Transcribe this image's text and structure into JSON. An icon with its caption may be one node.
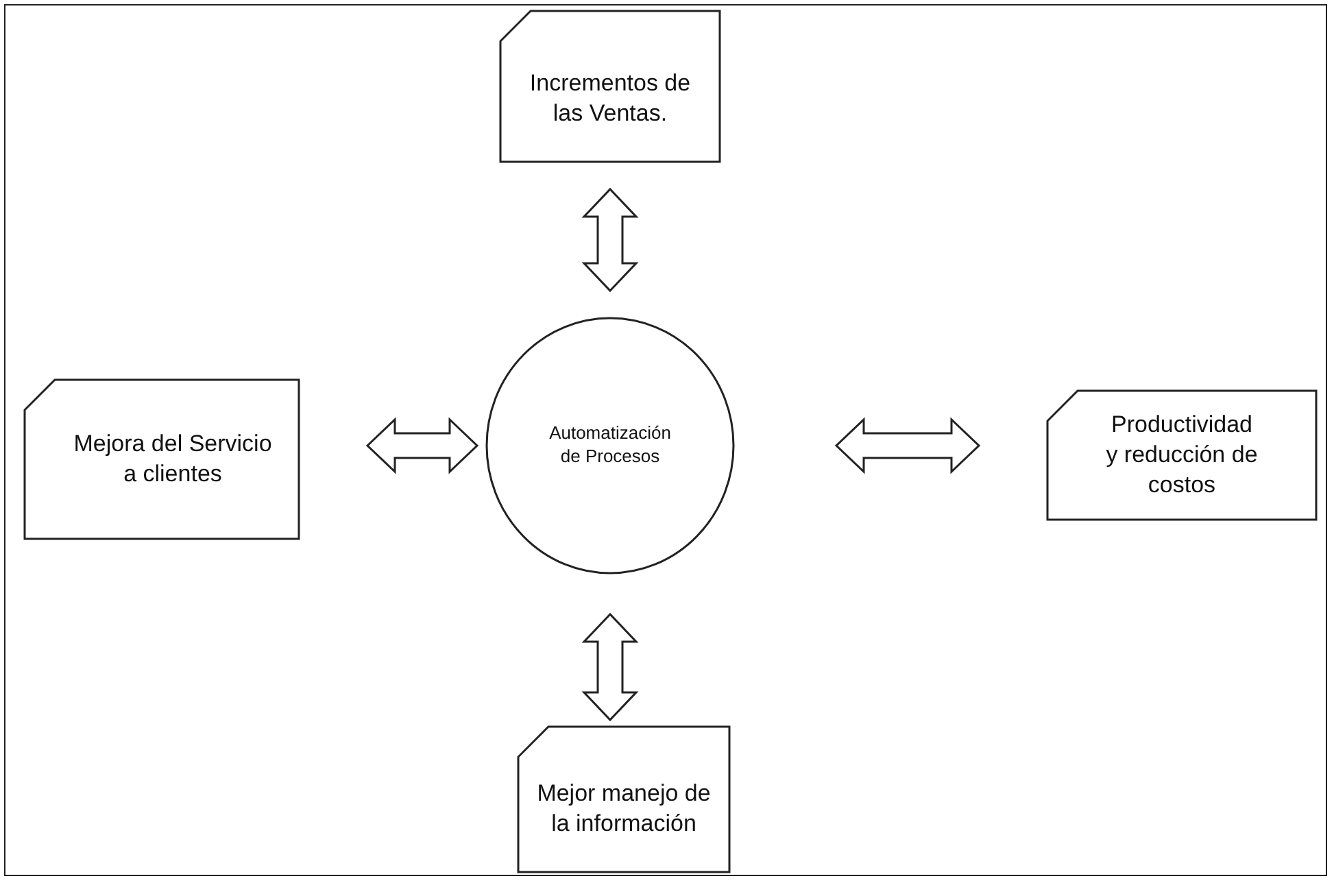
{
  "diagram": {
    "nodes": [
      {
        "text": [
          "Incrementos de las Ventas."
        ]
      },
      {
        "text": [
          "Mejora del Servicio a clientes"
        ]
      },
      {
        "text": [
          "Automatización de Procesos"
        ]
      },
      {
        "text": [
          "Productividad y reducción de costos"
        ]
      },
      {
        "text": [
          "Mejor manejo de la información"
        ]
      }
    ],
    "edges": [
      {
        "from": 2,
        "to": 0,
        "arrow": "both"
      },
      {
        "from": 2,
        "to": 1,
        "arrow": "both"
      },
      {
        "from": 2,
        "to": 3,
        "arrow": "both"
      },
      {
        "from": 2,
        "to": 4,
        "arrow": "both"
      }
    ]
  }
}
